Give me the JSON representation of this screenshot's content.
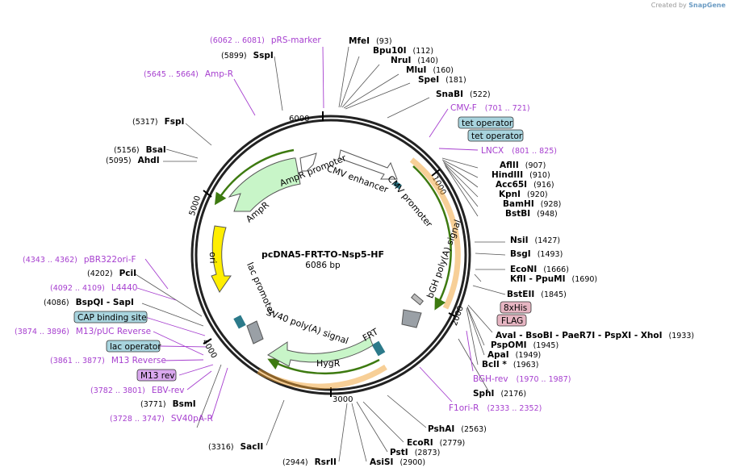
{
  "credit": {
    "prefix": "Created by",
    "brand": "SnapGene"
  },
  "plasmid": {
    "name": "pcDNA5-FRT-TO-Nsp5-HF",
    "size": "6086 bp"
  },
  "ticks": [
    "1000",
    "2000",
    "3000",
    "4000",
    "5000",
    "6000"
  ],
  "features": {
    "cmv_enhancer": "CMV enhancer",
    "cmv_promoter": "CMV promoter",
    "bgh": "bGH poly(A) signal",
    "frt": "FRT",
    "hygr": "HygR",
    "sv40pa": "SV40 poly(A) signal",
    "lac_promoter": "lac promoter",
    "ori": "ori",
    "ampr": "AmpR",
    "ampr_promoter": "AmpR promoter"
  },
  "black_labels": [
    {
      "name": "MfeI",
      "pos": "(93)"
    },
    {
      "name": "Bpu10I",
      "pos": "(112)"
    },
    {
      "name": "NruI",
      "pos": "(140)"
    },
    {
      "name": "MluI",
      "pos": "(160)"
    },
    {
      "name": "SpeI",
      "pos": "(181)"
    },
    {
      "name": "SnaBI",
      "pos": "(522)"
    },
    {
      "name": "AflII",
      "pos": "(907)"
    },
    {
      "name": "HindIII",
      "pos": "(910)"
    },
    {
      "name": "Acc65I",
      "pos": "(916)"
    },
    {
      "name": "KpnI",
      "pos": "(920)"
    },
    {
      "name": "BamHI",
      "pos": "(928)"
    },
    {
      "name": "BstBI",
      "pos": "(948)"
    },
    {
      "name": "NsiI",
      "pos": "(1427)"
    },
    {
      "name": "BsgI",
      "pos": "(1493)"
    },
    {
      "name": "EcoNI",
      "pos": "(1666)"
    },
    {
      "name": "KflI - PpuMI",
      "pos": "(1690)"
    },
    {
      "name": "BstEII",
      "pos": "(1845)"
    },
    {
      "name": "AvaI - BsoBI - PaeR7I - PspXI - XhoI",
      "pos": "(1933)"
    },
    {
      "name": "PspOMI",
      "pos": "(1945)"
    },
    {
      "name": "ApaI",
      "pos": "(1949)"
    },
    {
      "name": "BclI *",
      "pos": "(1963)"
    },
    {
      "name": "SphI",
      "pos": "(2176)"
    },
    {
      "name": "PshAI",
      "pos": "(2563)"
    },
    {
      "name": "EcoRI",
      "pos": "(2779)"
    },
    {
      "name": "PstI",
      "pos": "(2873)"
    },
    {
      "name": "AsiSI",
      "pos": "(2900)"
    },
    {
      "name": "RsrII",
      "pos": "(2944)"
    },
    {
      "name": "SacII",
      "pos": "(3316)"
    },
    {
      "name": "BsmI",
      "pos": "(3771)"
    },
    {
      "name": "BspQI - SapI",
      "pos": "(4086)"
    },
    {
      "name": "PciI",
      "pos": "(4202)"
    },
    {
      "name": "AhdI",
      "pos": "(5095)"
    },
    {
      "name": "BsaI",
      "pos": "(5156)"
    },
    {
      "name": "FspI",
      "pos": "(5317)"
    },
    {
      "name": "SspI",
      "pos": "(5899)"
    }
  ],
  "purple_labels": [
    {
      "name": "pRS-marker",
      "pos": "(6062 .. 6081)"
    },
    {
      "name": "Amp-R",
      "pos": "(5645 .. 5664)"
    },
    {
      "name": "CMV-F",
      "pos": "(701 .. 721)"
    },
    {
      "name": "LNCX",
      "pos": "(801 .. 825)"
    },
    {
      "name": "BGH-rev",
      "pos": "(1970 .. 1987)"
    },
    {
      "name": "F1ori-R",
      "pos": "(2333 .. 2352)"
    },
    {
      "name": "pBR322ori-F",
      "pos": "(4343 .. 4362)"
    },
    {
      "name": "L4440",
      "pos": "(4092 .. 4109)"
    },
    {
      "name": "M13/pUC Reverse",
      "pos": "(3874 .. 3896)"
    },
    {
      "name": "M13 Reverse",
      "pos": "(3861 .. 3877)"
    },
    {
      "name": "EBV-rev",
      "pos": "(3782 .. 3801)"
    },
    {
      "name": "SV40pA-R",
      "pos": "(3728 .. 3747)"
    }
  ],
  "boxes": [
    {
      "name": "tet operator",
      "kind": "blue"
    },
    {
      "name": "tet operator",
      "kind": "blue"
    },
    {
      "name": "8xHis",
      "kind": "pink"
    },
    {
      "name": "FLAG",
      "kind": "pink"
    },
    {
      "name": "CAP binding site",
      "kind": "blue"
    },
    {
      "name": "lac operator",
      "kind": "blue"
    },
    {
      "name": "M13 rev",
      "kind": "violet"
    }
  ],
  "colors": {
    "backbone": "#222222",
    "ampr": "#c8f5c8",
    "ori": "#ffee00",
    "promoter": "#ffffff",
    "primer": "#a63fcf",
    "orf": "#f0a030",
    "orf_inner": "#3d7a10",
    "operator": "#a8d4de",
    "tag": "#e6b5c2",
    "m13rev": "#d9a8ee"
  }
}
